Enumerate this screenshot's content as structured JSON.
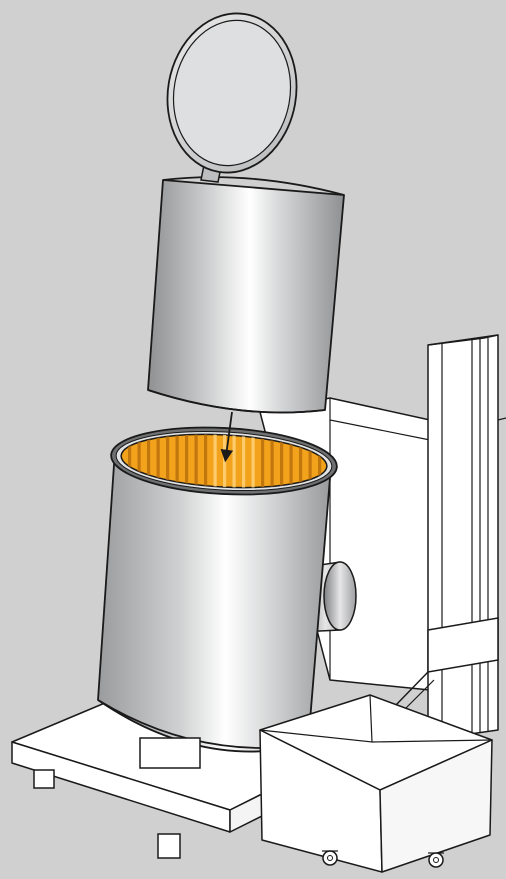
{
  "diagram": {
    "labels": [],
    "colors": {
      "background": "#cfd0cf",
      "outline": "#1a1a1a",
      "white_part": "#ffffff",
      "steel_dark": "#8f9092",
      "steel_mid": "#c8c9ca",
      "steel_light": "#f4f4f4",
      "rim_inner_dark": "#6f7072",
      "basket_orange": "#f2a31b",
      "basket_orange_light": "#ffd27a"
    },
    "components": [
      "lid",
      "lid-hinge-arm",
      "removable-drum",
      "insert-direction-arrow",
      "housing-drum",
      "orange-slotted-basket",
      "side-outlet-spout",
      "motor-housing",
      "column-frame",
      "base-platform",
      "collection-box",
      "casters"
    ]
  }
}
